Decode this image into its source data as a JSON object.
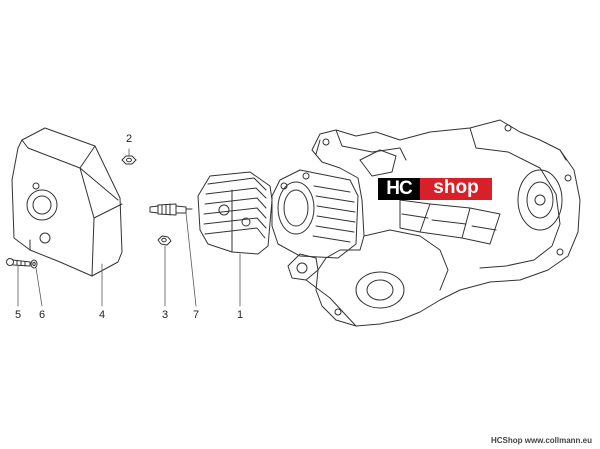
{
  "parts": {
    "labels": [
      "1",
      "2",
      "3",
      "4",
      "5",
      "6",
      "7"
    ]
  },
  "watermark": {
    "hc": "HC",
    "shop": "shop",
    "hc_color": "#000000",
    "shop_color": "#d8202a"
  },
  "footer": {
    "text": "HCShop www.collmann.eu"
  },
  "colors": {
    "line": "#333333",
    "background": "#ffffff"
  }
}
